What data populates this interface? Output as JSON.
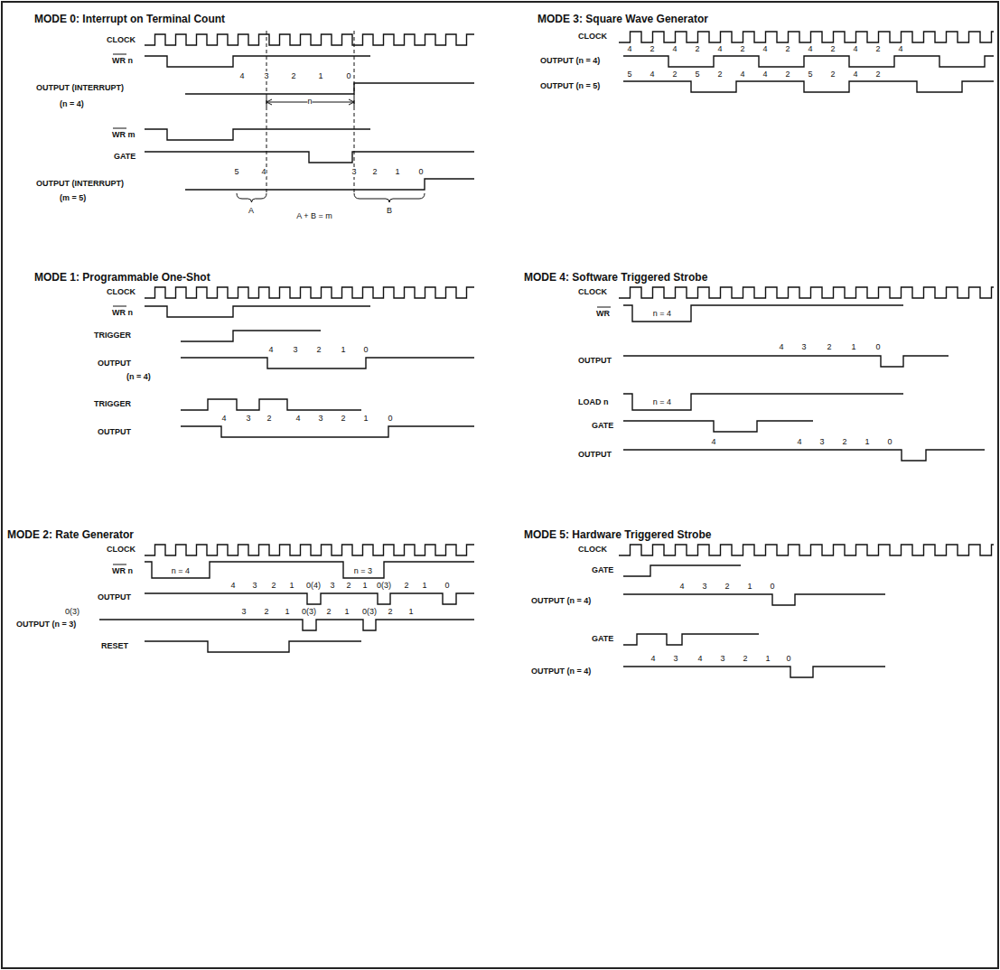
{
  "diagram": {
    "labels": [
      "MODE 0: Interrupt on Terminal Count",
      "CLOCK",
      "WR n",
      "OUTPUT (INTERRUPT)",
      "4",
      "3",
      "2",
      "1",
      "0",
      "(n = 4)",
      "n",
      "WR m",
      "GATE",
      "OUTPUT (INTERRUPT)",
      "5",
      "4",
      "3",
      "2",
      "1",
      "0",
      "(m = 5)",
      "A",
      "A + B = m",
      "B",
      "MODE 3: Square Wave Generator",
      "CLOCK",
      "OUTPUT (n = 4)",
      "4",
      "2",
      "4",
      "2",
      "4",
      "2",
      "4",
      "2",
      "4",
      "2",
      "4",
      "2",
      "4",
      "OUTPUT (n = 5)",
      "5",
      "4",
      "2",
      "5",
      "2",
      "4",
      "4",
      "2",
      "5",
      "2",
      "4",
      "2",
      "MODE 1: Programmable One-Shot",
      "CLOCK",
      "WR n",
      "TRIGGER",
      "OUTPUT",
      "4",
      "3",
      "2",
      "1",
      "0",
      "(n = 4)",
      "TRIGGER",
      "OUTPUT",
      "4",
      "3",
      "2",
      "4",
      "3",
      "2",
      "1",
      "0",
      "MODE 4: Software Triggered Strobe",
      "CLOCK",
      "WR",
      "n = 4",
      "OUTPUT",
      "4",
      "3",
      "2",
      "1",
      "0",
      "LOAD n",
      "n = 4",
      "GATE",
      "OUTPUT",
      "4",
      "4",
      "3",
      "2",
      "1",
      "0",
      "MODE 2: Rate Generator",
      "CLOCK",
      "WR n",
      "n = 4",
      "n = 3",
      "OUTPUT",
      "4",
      "3",
      "2",
      "1",
      "0(4)",
      "3",
      "2",
      "1",
      "0(3)",
      "2",
      "1",
      "0",
      "OUTPUT (n = 3)",
      "0(3)",
      "3",
      "2",
      "1",
      "0(3)",
      "2",
      "1",
      "0(3)",
      "2",
      "1",
      "RESET",
      "MODE 5: Hardware Triggered Strobe",
      "CLOCK",
      "GATE",
      "OUTPUT (n = 4)",
      "4",
      "3",
      "2",
      "1",
      "0",
      "GATE",
      "OUTPUT (n = 4)",
      "4",
      "3",
      "4",
      "3",
      "2",
      "1",
      "0"
    ]
  }
}
